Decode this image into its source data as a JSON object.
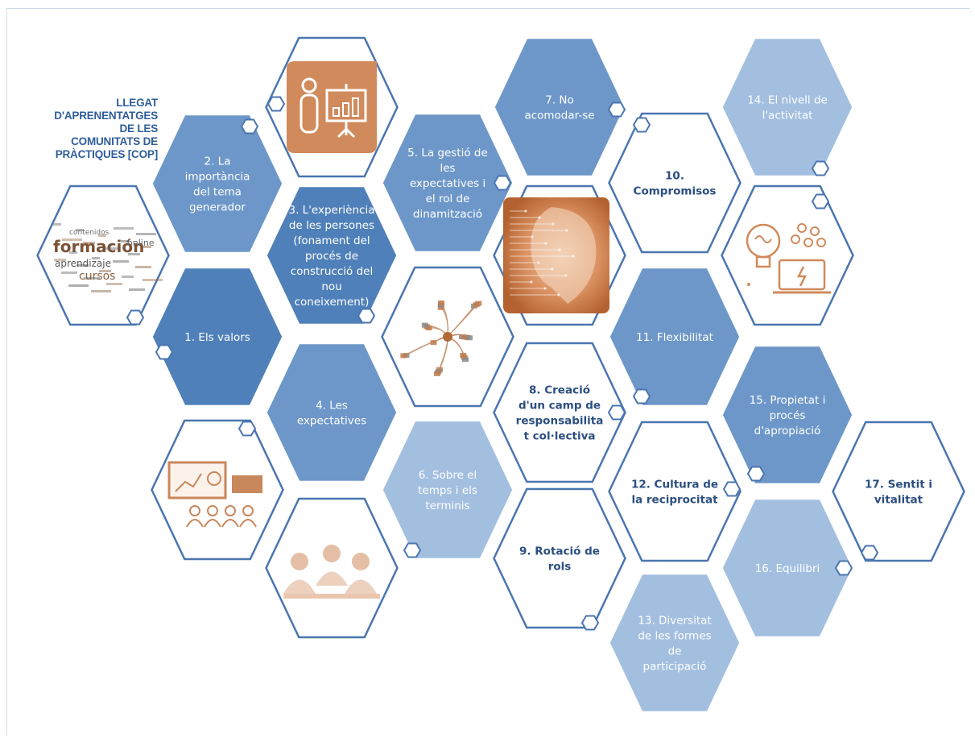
{
  "title": "LLEGAT\nD'APRENENTATGES\nDE LES\nCOMUNITATS DE\nPRÀCTIQUES [COP]",
  "colors": {
    "dark": "#4f80b9",
    "medium": "#6d97c9",
    "light": "#a3bfe0",
    "white": "#ffffff",
    "outline": "#4a76b0",
    "orange": "#d08a5c",
    "text_dark": "#2f5d9a"
  },
  "hexagons": [
    {
      "label": "2. La\nimportància\ndel tema\ngenerador",
      "style": "medium"
    },
    {
      "label": "3. L'experiència\nde les persones\n(fonament del\nprocés de\nconstrucció del\nnou\nconeixement)",
      "style": "dark"
    },
    {
      "label": "1. Els valors",
      "style": "dark"
    },
    {
      "label": "4. Les\nexpectatives",
      "style": "medium"
    },
    {
      "label": "5. La gestió de\nles\nexpectatives i\nel rol de\ndinamització",
      "style": "medium"
    },
    {
      "label": "6. Sobre el\ntemps i els\nterminis",
      "style": "light"
    },
    {
      "label": "7. No\nacomodar-se",
      "style": "medium"
    },
    {
      "label": "8. Creació\nd'un camp de\nresponsabilita\nt col·lectiva",
      "style": "white_bold"
    },
    {
      "label": "9. Rotació de\nrols",
      "style": "white_bold"
    },
    {
      "label": "10.\nCompromisos",
      "style": "white_bold"
    },
    {
      "label": "11. Flexibilitat",
      "style": "medium"
    },
    {
      "label": "12. Cultura de\nla reciprocitat",
      "style": "white_bold"
    },
    {
      "label": "13. Diversitat\nde les formes\nde\nparticipació",
      "style": "light"
    },
    {
      "label": "14. El nivell de\nl'activitat",
      "style": "light"
    },
    {
      "label": "15. Propietat i\nprocés\nd'apropiació",
      "style": "medium"
    },
    {
      "label": "16. Equilibri",
      "style": "light"
    },
    {
      "label": "17. Sentit i\nvitalitat",
      "style": "white_bold"
    }
  ],
  "image_hexagons": [
    {
      "name": "word-cloud-image",
      "icon": "word-cloud",
      "words": [
        "contenidos",
        "formación",
        "online",
        "aprendizaje",
        "cursos"
      ]
    },
    {
      "name": "presentation-icon",
      "icon": "presenter-board"
    },
    {
      "name": "mind-map-image",
      "icon": "mind-map"
    },
    {
      "name": "circuit-head-image",
      "icon": "circuit-head"
    },
    {
      "name": "lightbulb-team-icon",
      "icon": "lightbulb-team-laptop"
    },
    {
      "name": "classroom-presentation-icon",
      "icon": "classroom-chart"
    },
    {
      "name": "team-meeting-photo",
      "icon": "people-meeting"
    }
  ]
}
